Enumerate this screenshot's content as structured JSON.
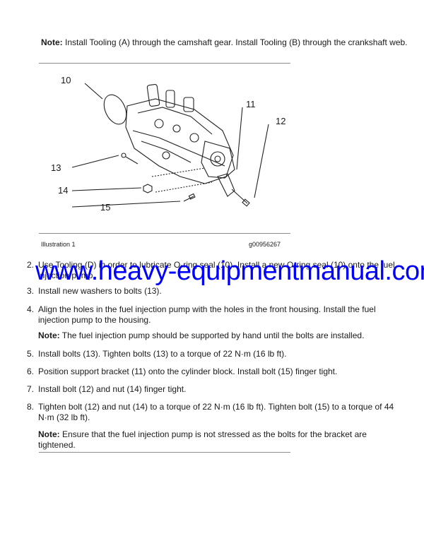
{
  "note_top": {
    "label": "Note:",
    "text": " Install Tooling (A) through the camshaft gear. Install Tooling (B) through the crankshaft web."
  },
  "figure": {
    "callouts": [
      "10",
      "11",
      "12",
      "13",
      "14",
      "15"
    ],
    "caption_left": "Illustration 1",
    "caption_right": "g00956267"
  },
  "steps": [
    {
      "num": "2.",
      "text": "Use Tooling (D) in order to lubricate O-ring seal (10). Install a new O-ring seal (10) onto the fuel injection pump."
    },
    {
      "num": "3.",
      "text": "Install new washers to bolts (13)."
    },
    {
      "num": "4.",
      "text": "Align the holes in the fuel injection pump with the holes in the front housing. Install the fuel injection pump to the housing."
    },
    {
      "num": "5.",
      "text": "Install bolts (13). Tighten bolts (13) to a torque of 22 N·m (16 lb ft)."
    },
    {
      "num": "6.",
      "text": "Position support bracket (11) onto the cylinder block. Install bolt (15) finger tight."
    },
    {
      "num": "7.",
      "text": "Install bolt (12) and nut (14) finger tight."
    },
    {
      "num": "8.",
      "text": "Tighten bolt (12) and nut (14) to a torque of 22 N·m (16 lb ft). Tighten bolt (15) to a torque of 44 N·m (32 lb ft)."
    }
  ],
  "note_mid": {
    "label": "Note:",
    "text": " The fuel injection pump should be supported by hand until the bolts are installed."
  },
  "note_end": {
    "label": "Note:",
    "text": " Ensure that the fuel injection pump is not stressed as the bolts for the bracket are tightened."
  },
  "watermark": "www.heavy-equipmentmanual.com",
  "colors": {
    "watermark": "#0000ff",
    "rule": "#8c8c8c"
  }
}
